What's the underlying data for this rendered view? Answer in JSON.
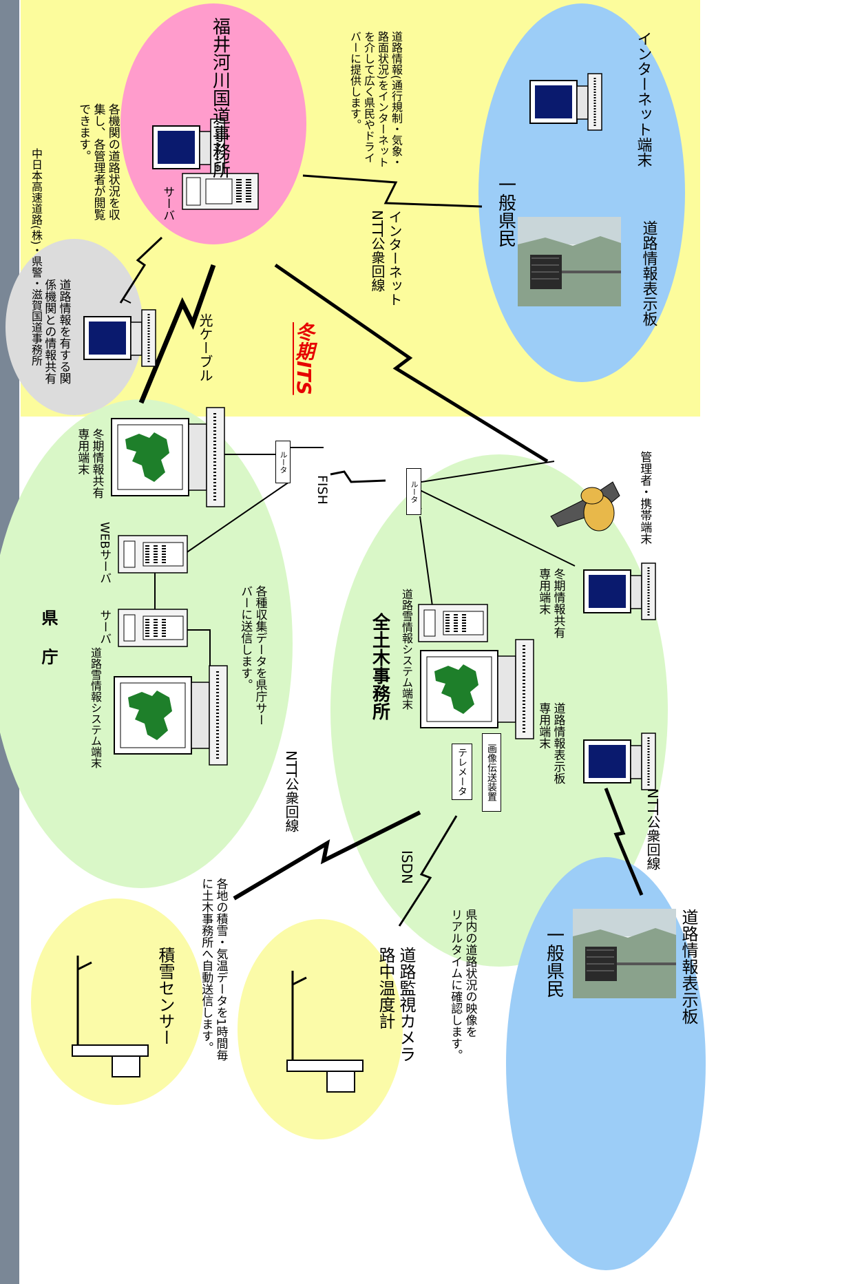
{
  "title": "冬期ITS",
  "colors": {
    "left_bar": "#7a8796",
    "yellow_zone": "#fcfc9c",
    "pink": "#ff9ccc",
    "grey": "#dcdcdc",
    "green": "#d9f7c7",
    "blue": "#9ccdf7",
    "pale_yellow": "#fbfba8",
    "map_green": "#1e7f2a"
  },
  "fukui_office": {
    "name": "福井河川国道事務所",
    "server_label": "サーバ",
    "note": "各機関の道路状況を収\n集し、各管理者が閲覧\nできます。"
  },
  "nexco": {
    "name": "中日本高速道路(株)・県警・滋賀国道事務所",
    "note": "道路情報を有する関\n係機関との情報共有"
  },
  "internet": {
    "note": "道路情報(通行規制・気象・\n路面状況)をインターネット\nを介して広く県民やドライ\nバーに提供します。",
    "line_label": "インターネット\nNTT公衆回線"
  },
  "public_top": {
    "name": "一般県民",
    "terminal_label": "インターネット端末",
    "sign_label": "道路情報表示板"
  },
  "optical_label": "光ケーブル",
  "prefecture": {
    "name": "県 庁",
    "terminal_label": "道路雪情報システム端末",
    "server_label": "サーバ",
    "web_server_label": "WEBサーバ",
    "share_terminal_label": "冬期情報共有\n専用端末",
    "router_label": "ルータ",
    "note": "各種収集データを県庁サー\nバーに送信します。"
  },
  "fish_label": "FISH",
  "civil_office": {
    "name": "全土木事務所",
    "system_terminal_label": "道路雪情報システム端末",
    "router_label": "ルータ",
    "telemeter_label": "テレメータ",
    "image_tx_label": "画像伝送装置",
    "share_terminal_label": "冬期情報共有\n専用端末",
    "sign_terminal_label": "道路情報表示板\n専用端末"
  },
  "mobile_label": "管理者・携帯端末",
  "ntt_line_mid": "NTT公衆回線",
  "ntt_line_right": "NTT公衆回線",
  "isdn_label": "ISDN",
  "snow_sensor": {
    "name": "積雪センサー",
    "note": "各地の積雪・気温データを1時間毎\nに土木事務所へ自動送信します。"
  },
  "camera": {
    "name": "道路監視カメラ\n路中温度計",
    "note": "県内の道路状況の映像を\nリアルタイムに確認します。"
  },
  "public_bottom": {
    "name": "一般県民",
    "sign_label": "道路情報表示板"
  }
}
